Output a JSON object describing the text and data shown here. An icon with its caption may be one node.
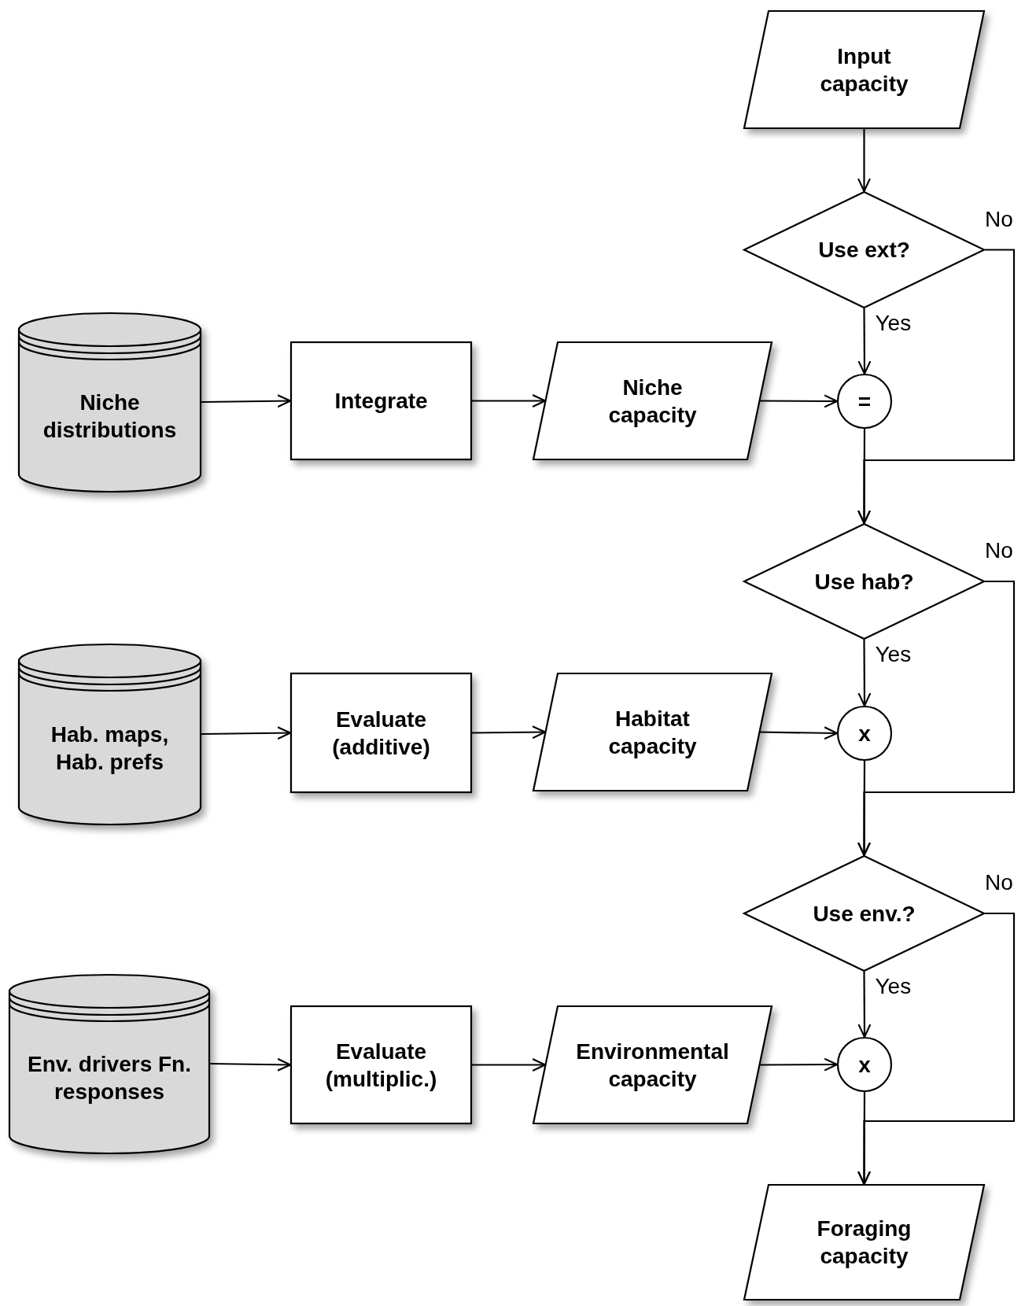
{
  "diagram": {
    "nodes": [
      {
        "text": [
          "Input capacity"
        ]
      },
      {
        "text": [
          "Use ext?"
        ]
      },
      {
        "text": [
          "Niche distributions"
        ]
      },
      {
        "text": [
          "Integrate"
        ]
      },
      {
        "text": [
          "Niche capacity"
        ]
      },
      {
        "text": [
          "="
        ]
      },
      {
        "text": [
          "Use hab?"
        ]
      },
      {
        "text": [
          "Hab. maps, Hab. prefs"
        ]
      },
      {
        "text": [
          "Evaluate (additive)"
        ]
      },
      {
        "text": [
          "Habitat capacity"
        ]
      },
      {
        "text": [
          "x"
        ]
      },
      {
        "text": [
          "Use env.?"
        ]
      },
      {
        "text": [
          "Env. drivers Fn. responses"
        ]
      },
      {
        "text": [
          "Evaluate (multiplic.)"
        ]
      },
      {
        "text": [
          "Environmental capacity"
        ]
      },
      {
        "text": [
          "x"
        ]
      },
      {
        "text": [
          "Foraging capacity"
        ]
      }
    ],
    "edges": [
      {
        "from": 0,
        "to": 1,
        "arrow": "to"
      },
      {
        "from": 1,
        "to": 5,
        "arrow": "to",
        "label": "Yes"
      },
      {
        "from": 1,
        "to": 6,
        "arrow": "to",
        "label": "No"
      },
      {
        "from": 2,
        "to": 3,
        "arrow": "to"
      },
      {
        "from": 3,
        "to": 4,
        "arrow": "to"
      },
      {
        "from": 4,
        "to": 5,
        "arrow": "to"
      },
      {
        "from": 5,
        "to": 6,
        "arrow": "to"
      },
      {
        "from": 6,
        "to": 10,
        "arrow": "to",
        "label": "Yes"
      },
      {
        "from": 6,
        "to": 11,
        "arrow": "to",
        "label": "No"
      },
      {
        "from": 7,
        "to": 8,
        "arrow": "to"
      },
      {
        "from": 8,
        "to": 9,
        "arrow": "to"
      },
      {
        "from": 9,
        "to": 10,
        "arrow": "to"
      },
      {
        "from": 10,
        "to": 11,
        "arrow": "to"
      },
      {
        "from": 11,
        "to": 15,
        "arrow": "to",
        "label": "Yes"
      },
      {
        "from": 11,
        "to": 16,
        "arrow": "to",
        "label": "No"
      },
      {
        "from": 12,
        "to": 13,
        "arrow": "to"
      },
      {
        "from": 13,
        "to": 14,
        "arrow": "to"
      },
      {
        "from": 14,
        "to": 15,
        "arrow": "to"
      },
      {
        "from": 15,
        "to": 16,
        "arrow": "to"
      }
    ]
  }
}
